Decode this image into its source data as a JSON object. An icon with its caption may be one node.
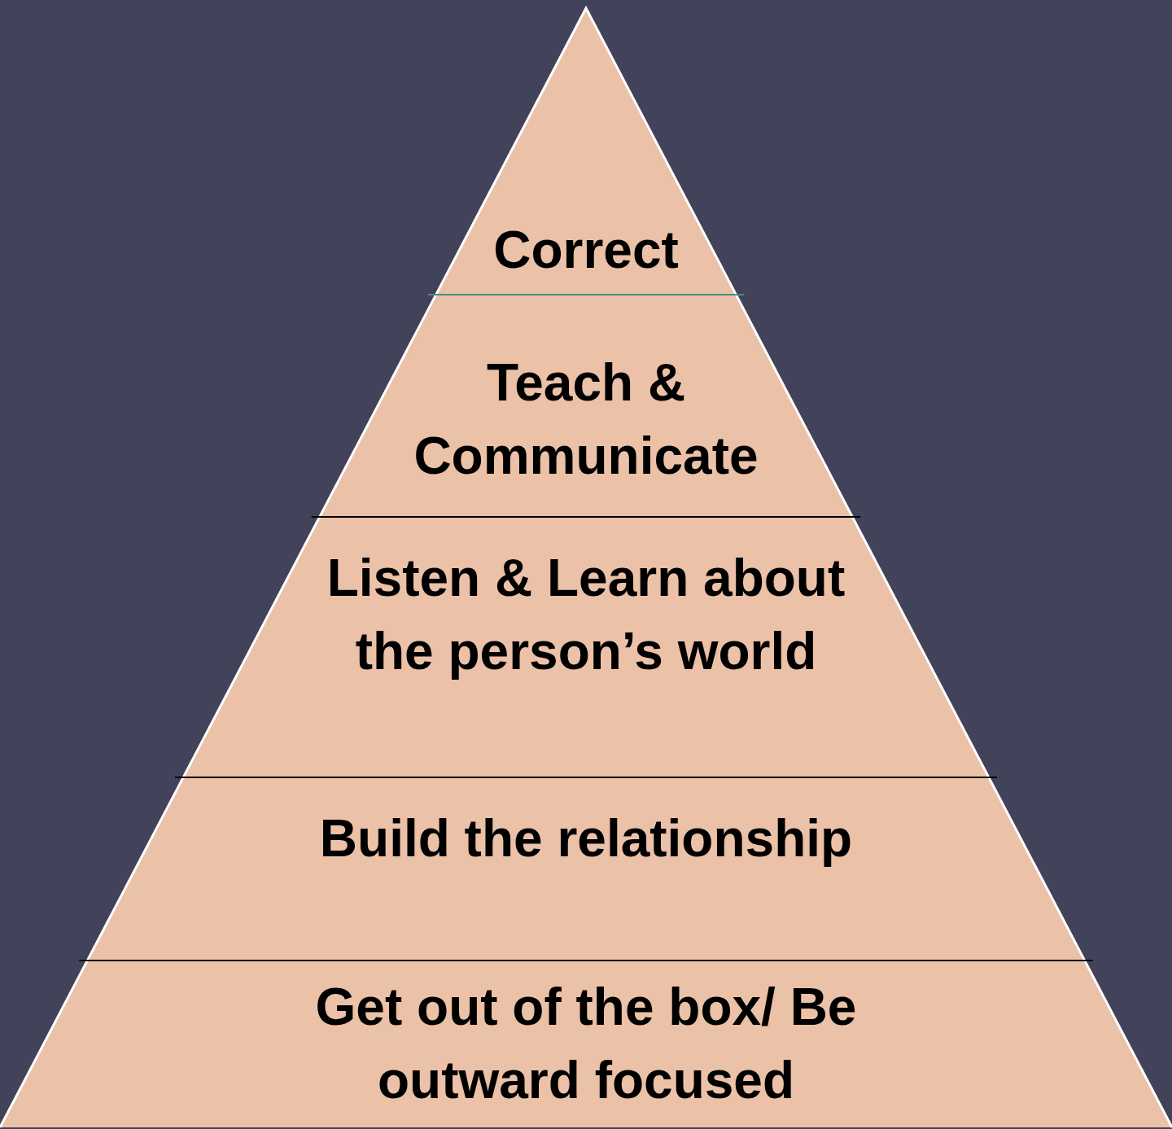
{
  "diagram": {
    "nodes": [
      {
        "text": [
          "Correct"
        ]
      },
      {
        "text": [
          "Teach & Communicate"
        ]
      },
      {
        "text": [
          "Listen & Learn about the person’s world"
        ]
      },
      {
        "text": [
          "Build the relationship"
        ]
      },
      {
        "text": [
          "Get out of the box/ Be outward focused"
        ]
      }
    ]
  }
}
